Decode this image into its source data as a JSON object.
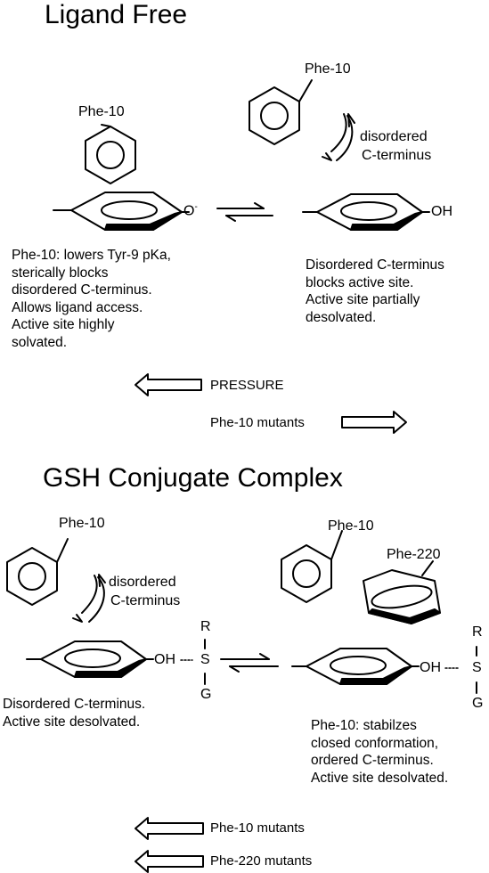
{
  "sections": {
    "ligand_free": {
      "title": "Ligand Free",
      "left_phe_label": "Phe-10",
      "phenolate_charge": "O",
      "right_phe_label": "Phe-10",
      "disordered_label_line1": "disordered",
      "disordered_label_line2": "C-terminus",
      "hydroxyl_label": "OH",
      "left_caption": [
        "Phe-10: lowers Tyr-9 pKa,",
        "sterically blocks",
        "disordered C-terminus.",
        "Allows ligand access.",
        "Active site highly",
        "solvated."
      ],
      "right_caption": [
        "Disordered C-terminus",
        "blocks active site.",
        "Active site partially",
        "desolvated."
      ],
      "pressure_label": "PRESSURE",
      "phe10_mutants_label": "Phe-10 mutants"
    },
    "gsh_conjugate": {
      "title": "GSH Conjugate Complex",
      "left_phe_label": "Phe-10",
      "disordered_label_line1": "disordered",
      "disordered_label_line2": "C-terminus",
      "left_r": "R",
      "left_s": "S",
      "left_g": "G",
      "left_oh": "OH",
      "right_phe10_label": "Phe-10",
      "right_phe220_label": "Phe-220",
      "right_r": "R",
      "right_s": "S",
      "right_g": "G",
      "right_oh": "OH",
      "left_caption": [
        "Disordered C-terminus.",
        "Active site desolvated."
      ],
      "right_caption": [
        "Phe-10: stabilzes",
        "closed conformation,",
        "ordered C-terminus.",
        "Active site desolvated."
      ],
      "phe10_mutants_label": "Phe-10 mutants",
      "phe220_mutants_label": "Phe-220 mutants"
    }
  }
}
